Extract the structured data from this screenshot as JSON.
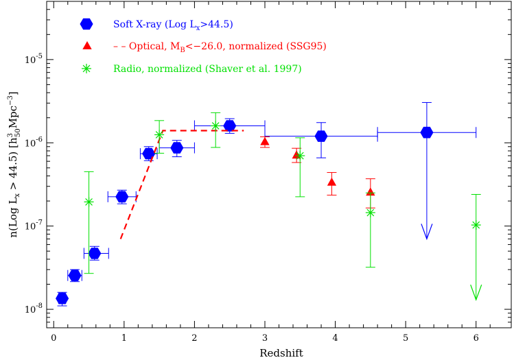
{
  "chart_data": {
    "type": "scatter",
    "xlabel": "Redshift",
    "ylabel": "n(Log L_x > 44.5) [h^3_50 Mpc^-3]",
    "xlim": [
      -0.1,
      6.5
    ],
    "ylim": [
      6e-09,
      5e-05
    ],
    "yscale": "log",
    "x_ticks": [
      "0",
      "1",
      "2",
      "3",
      "4",
      "5",
      "6"
    ],
    "y_ticks": [
      {
        "mantissa": "10",
        "exponent": "-8"
      },
      {
        "mantissa": "10",
        "exponent": "-7"
      },
      {
        "mantissa": "10",
        "exponent": "-6"
      },
      {
        "mantissa": "10",
        "exponent": "-5"
      }
    ],
    "legend_position": "top-left",
    "series": [
      {
        "name": "Soft X-ray (Log L_x>44.5)",
        "color": "#0000ff",
        "marker": "hexagon",
        "points": [
          {
            "x": 0.12,
            "y": 1.35e-08,
            "xerr": [
              0.05,
              0.05
            ],
            "yerr": [
              1.1e-08,
              1.6e-08
            ]
          },
          {
            "x": 0.3,
            "y": 2.55e-08,
            "xerr": [
              0.1,
              0.1
            ],
            "yerr": [
              2.15e-08,
              3e-08
            ]
          },
          {
            "x": 0.58,
            "y": 4.7e-08,
            "xerr": [
              0.15,
              0.2
            ],
            "yerr": [
              3.9e-08,
              5.7e-08
            ]
          },
          {
            "x": 0.97,
            "y": 2.25e-07,
            "xerr": [
              0.2,
              0.2
            ],
            "yerr": [
              1.85e-07,
              2.7e-07
            ]
          },
          {
            "x": 1.35,
            "y": 7.4e-07,
            "xerr": [
              0.12,
              0.12
            ],
            "yerr": [
              6.1e-07,
              9e-07
            ]
          },
          {
            "x": 1.75,
            "y": 8.7e-07,
            "xerr": [
              0.25,
              0.25
            ],
            "yerr": [
              6.8e-07,
              1.07e-06
            ]
          },
          {
            "x": 2.5,
            "y": 1.6e-06,
            "xerr": [
              0.5,
              0.5
            ],
            "yerr": [
              1.3e-06,
              1.95e-06
            ]
          },
          {
            "x": 3.8,
            "y": 1.2e-06,
            "xerr": [
              0.8,
              0.8
            ],
            "yerr": [
              6.6e-07,
              1.75e-06
            ]
          },
          {
            "x": 5.3,
            "y": 1.33e-06,
            "xerr": [
              0.7,
              0.7
            ],
            "yerr": [
              7e-08,
              3.05e-06
            ],
            "upper_limit": true
          }
        ]
      },
      {
        "name": "-- Optical, M_B<-26.0, normalized (SSG95)",
        "color": "#ff0000",
        "marker": "triangle",
        "points": [
          {
            "x": 3.0,
            "y": 1.03e-06,
            "yerr": [
              8.8e-07,
              1.18e-06
            ]
          },
          {
            "x": 3.45,
            "y": 7.1e-07,
            "yerr": [
              5.8e-07,
              8.6e-07
            ]
          },
          {
            "x": 3.95,
            "y": 3.35e-07,
            "yerr": [
              2.35e-07,
              4.4e-07
            ]
          },
          {
            "x": 4.5,
            "y": 2.55e-07,
            "yerr": [
              1.65e-07,
              3.7e-07
            ]
          }
        ],
        "dashed_line": [
          {
            "x": 0.95,
            "y": 7e-08
          },
          {
            "x": 1.55,
            "y": 1.4e-06
          },
          {
            "x": 2.7,
            "y": 1.4e-06
          }
        ]
      },
      {
        "name": "Radio, normalized (Shaver et al. 1997)",
        "color": "#00e000",
        "marker": "asterisk",
        "points": [
          {
            "x": 0.5,
            "y": 1.95e-07,
            "yerr": [
              2.7e-08,
              4.5e-07
            ]
          },
          {
            "x": 1.5,
            "y": 1.25e-06,
            "yerr": [
              7.5e-07,
              1.85e-06
            ]
          },
          {
            "x": 2.3,
            "y": 1.6e-06,
            "yerr": [
              8.8e-07,
              2.3e-06
            ]
          },
          {
            "x": 3.5,
            "y": 7e-07,
            "yerr": [
              2.25e-07,
              1.15e-06
            ]
          },
          {
            "x": 4.5,
            "y": 1.45e-07,
            "yerr": [
              3.2e-08,
              2.5e-07
            ]
          },
          {
            "x": 6.0,
            "y": 1.03e-07,
            "yerr": [
              1.3e-08,
              2.4e-07
            ],
            "upper_limit": true
          }
        ]
      }
    ]
  },
  "legend": {
    "xray": "Soft X-ray (Log L",
    "xray_sub": "x",
    "xray_tail": ">44.5)",
    "optical": "– – Optical, M",
    "optical_sub": "B",
    "optical_tail": "<−26.0, normalized (SSG95)",
    "radio": "Radio, normalized (Shaver et al. 1997)"
  },
  "axes": {
    "xlabel": "Redshift",
    "ylabel_a": "n(Log L",
    "ylabel_sub": "x",
    "ylabel_b": " > 44.5) [h",
    "ylabel_sup3": "3",
    "ylabel_sub50": "50",
    "ylabel_c": "Mpc",
    "ylabel_supm3": "−3",
    "ylabel_d": "]"
  }
}
